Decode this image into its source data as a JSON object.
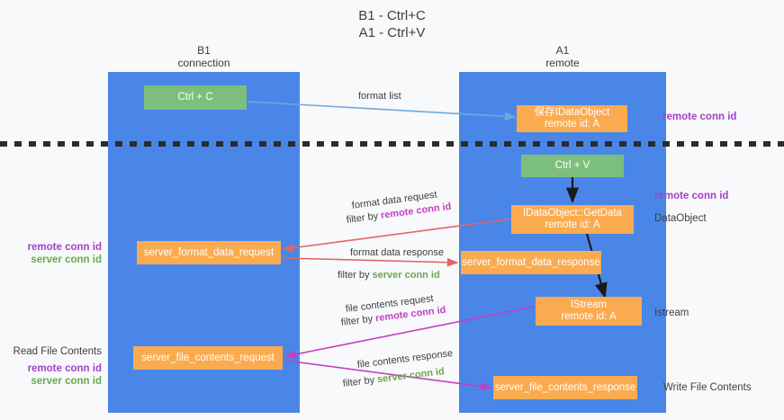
{
  "diagram": {
    "title_line1": "B1 - Ctrl+C",
    "title_line2": "A1 - Ctrl+V",
    "columns": [
      {
        "name": "B1",
        "role": "connection"
      },
      {
        "name": "A1",
        "role": "remote"
      }
    ],
    "colors": {
      "lane": "#4a86e8",
      "green_node": "#7cbf7c",
      "orange_node": "#fbab4f",
      "remote_conn_id": "#a142c4",
      "server_conn_id": "#6aa84f",
      "arrow_format": "#e06666",
      "arrow_file": "#c040c0",
      "arrow_light": "#6fa8dc",
      "arrow_black": "#1a1a1a",
      "page_bg": "#f8f9fa"
    },
    "nodes": {
      "ctrl_c": "Ctrl + C",
      "ctrl_v": "Ctrl + V",
      "save_idataobject_l1": "保存IDataObject",
      "save_idataobject_l2": "remote id: A",
      "getdata_l1": "IDataObject::GetData",
      "getdata_l2": "remote id: A",
      "istream_l1": "IStream",
      "istream_l2": "remote id: A",
      "server_format_data_request": "server_format_data_request",
      "server_format_data_response": "server_format_data_response",
      "server_file_contents_request": "server_file_contents_request",
      "server_file_contents_response": "server_file_contents_response"
    },
    "edge_labels": {
      "format_list": "format list",
      "format_data_request": "format data request",
      "format_data_request_filter_prefix": "filter by ",
      "format_data_request_filter_key": "remote conn id",
      "format_data_response": "format data response",
      "format_data_response_filter_prefix": "filter by ",
      "format_data_response_filter_key": "server conn id",
      "file_contents_request": "file contents request",
      "file_contents_request_filter_prefix": "filter by ",
      "file_contents_request_filter_key": "remote conn id",
      "file_contents_response": "file contents response",
      "file_contents_response_filter_prefix": "filter by ",
      "file_contents_response_filter_key": "server conn id"
    },
    "annotations_right": {
      "remote_conn_id_top": "remote conn id",
      "remote_conn_id_mid": "remote conn id",
      "data_object": "DataObject",
      "istream": "Istream",
      "write_file_contents": "Write File Contents"
    },
    "annotations_left": {
      "remote_conn_id_mid": "remote conn id",
      "server_conn_id_mid": "server conn id",
      "read_file_contents": "Read File Contents",
      "remote_conn_id_bottom": "remote conn id",
      "server_conn_id_bottom": "server conn id"
    }
  }
}
